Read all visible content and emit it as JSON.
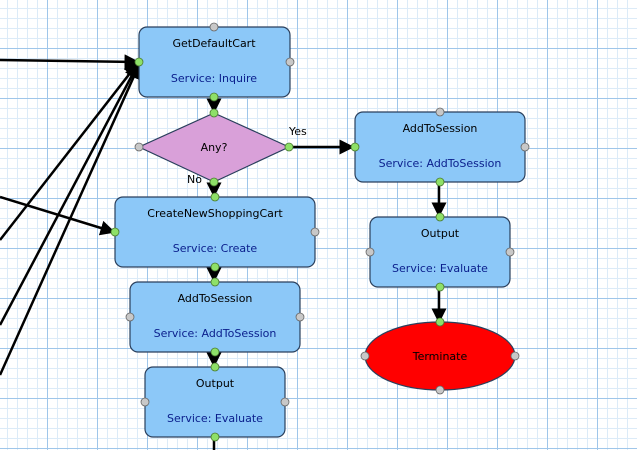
{
  "canvas": {
    "grid_major_color": "#9fc6ea",
    "grid_minor_color": "#dcebf8",
    "background_color": "#ffffff"
  },
  "colors": {
    "service_fill": "#8cc8f8",
    "service_stroke": "#2a3f5c",
    "decision_fill": "#d9a0d9",
    "terminate_fill": "#ff0000",
    "connector_green": "#8ee068",
    "connector_gray": "#c8c8c8",
    "edge_color": "#000000"
  },
  "nodes": {
    "get_default_cart": {
      "title": "GetDefaultCart",
      "service": "Service: Inquire"
    },
    "any_decision": {
      "label": "Any?"
    },
    "add_to_session_right": {
      "title": "AddToSession",
      "service": "Service: AddToSession"
    },
    "create_new_cart": {
      "title": "CreateNewShoppingCart",
      "service": "Service: Create"
    },
    "output_right": {
      "title": "Output",
      "service": "Service: Evaluate"
    },
    "add_to_session_left": {
      "title": "AddToSession",
      "service": "Service: AddToSession"
    },
    "terminate": {
      "label": "Terminate"
    },
    "output_left": {
      "title": "Output",
      "service": "Service: Evaluate"
    }
  },
  "edge_labels": {
    "yes": "Yes",
    "no": "No"
  }
}
